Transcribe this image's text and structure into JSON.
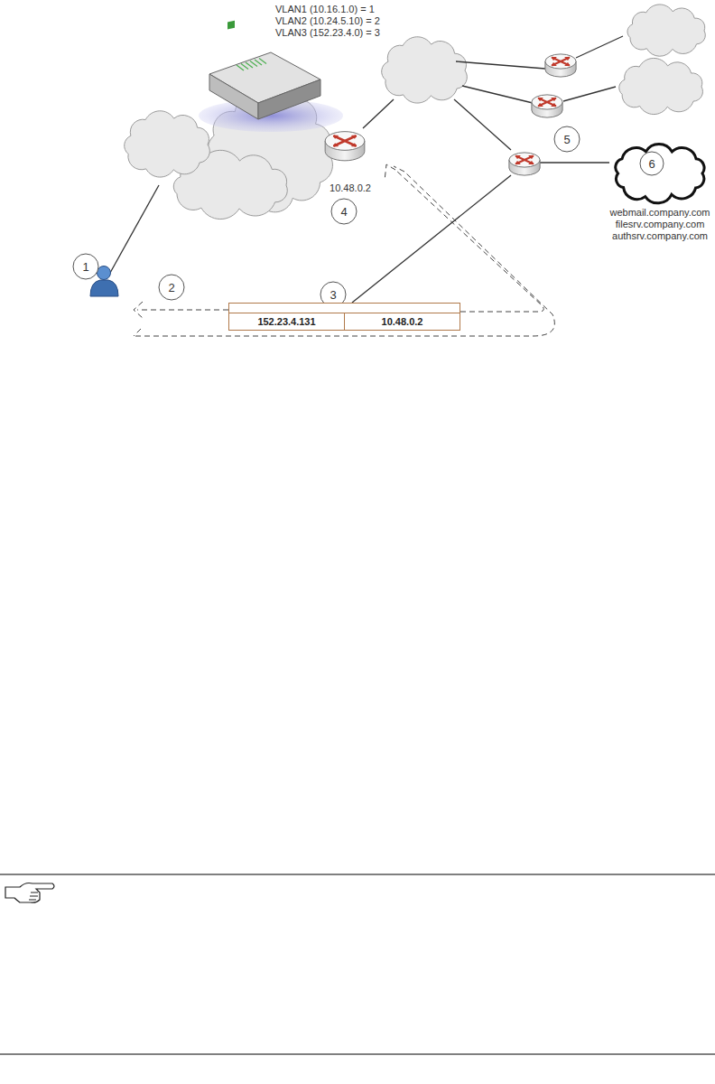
{
  "diagram": {
    "nodes": [
      {
        "text": [
          "152.23.4.131",
          "10.48.0.2"
        ]
      }
    ],
    "labels": [
      "VLAN1 (10.16.1.0) = 1",
      "VLAN2 (10.24.5.10) = 2",
      "VLAN3 (152.23.4.0) = 3",
      "10.48.0.2",
      "1",
      "2",
      "3",
      "4",
      "5",
      "6",
      "webmail.company.com",
      "filesrv.company.com",
      "authsrv.company.com"
    ]
  }
}
